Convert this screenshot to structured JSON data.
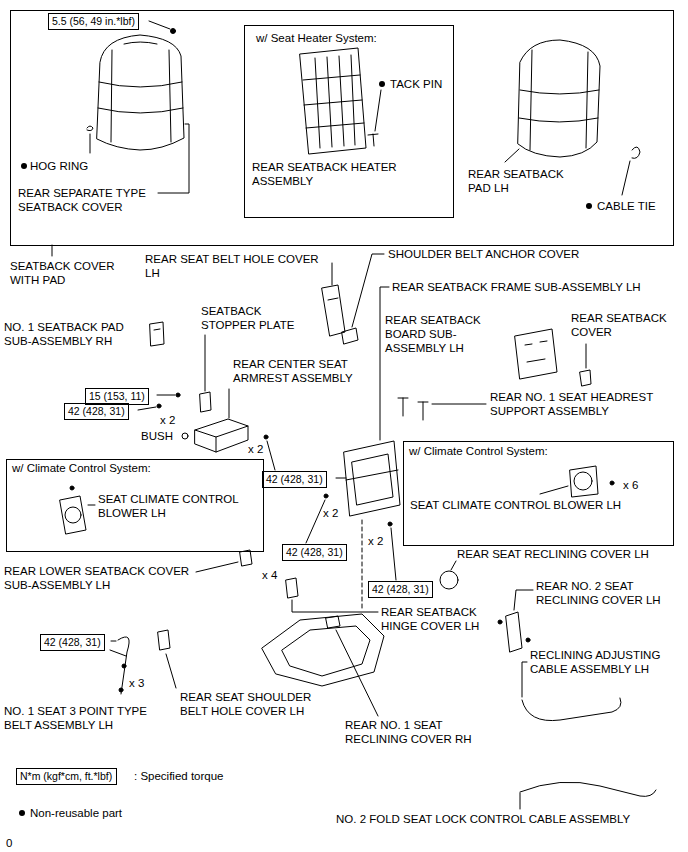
{
  "diagram": {
    "nodes": [
      {
        "text": [
          "HOG RING",
          "REAR SEPARATE TYPE SEATBACK COVER",
          "REAR SEATBACK PAD LH",
          "CABLE TIE",
          "SEATBACK COVER WITH PAD"
        ]
      },
      {
        "text": [
          "5.5 (56, 49 in.*lbf)"
        ],
        "in": 0
      },
      {
        "text": [
          "w/ Seat Heater System:",
          "TACK PIN",
          "REAR SEATBACK HEATER ASSEMBLY"
        ],
        "in": 0
      },
      {
        "text": [
          "15 (153, 11)"
        ]
      },
      {
        "text": [
          "42 (428, 31)"
        ]
      },
      {
        "text": [
          "w/ Climate Control System:",
          "x 6",
          "SEAT CLIMATE CONTROL BLOWER LH"
        ]
      },
      {
        "text": [
          "w/ Climate Control System:",
          "SEAT CLIMATE CONTROL BLOWER LH"
        ]
      },
      {
        "text": [
          "42 (428, 31)"
        ]
      },
      {
        "text": [
          "42 (428, 31)"
        ]
      },
      {
        "text": [
          "42 (428, 31)"
        ]
      },
      {
        "text": [
          "42 (428, 31)"
        ]
      },
      {
        "text": [
          "N*m (kgf*cm, ft.*lbf)"
        ]
      }
    ],
    "labels": [
      "REAR SEAT BELT HOLE COVER LH",
      "SHOULDER BELT ANCHOR COVER",
      "REAR SEATBACK FRAME SUB-ASSEMBLY LH",
      "SEATBACK STOPPER PLATE",
      "REAR SEATBACK COVER",
      "REAR SEATBACK BOARD SUB-ASSEMBLY LH",
      "NO. 1 SEATBACK PAD SUB-ASSEMBLY RH",
      "REAR CENTER SEAT ARMREST ASSEMBLY",
      "REAR NO. 1 SEAT HEADREST SUPPORT ASSEMBLY",
      "x 2",
      "BUSH",
      "x 2",
      "x 2",
      "x 2",
      "REAR SEAT RECLINING COVER LH",
      "REAR LOWER SEATBACK COVER SUB-ASSEMBLY LH",
      "x 4",
      "REAR NO. 2 SEAT RECLINING COVER LH",
      "REAR SEATBACK HINGE COVER LH",
      "RECLINING ADJUSTING CABLE ASSEMBLY LH",
      "x 3",
      "REAR SEAT SHOULDER BELT HOLE COVER LH",
      "NO. 1 SEAT 3 POINT TYPE BELT ASSEMBLY LH",
      "REAR NO. 1 SEAT RECLINING COVER RH",
      ": Specified torque",
      "NO. 2 FOLD SEAT LOCK CONTROL CABLE ASSEMBLY",
      "0"
    ],
    "legend": [
      {
        "text": "Non-reusable part"
      }
    ]
  }
}
